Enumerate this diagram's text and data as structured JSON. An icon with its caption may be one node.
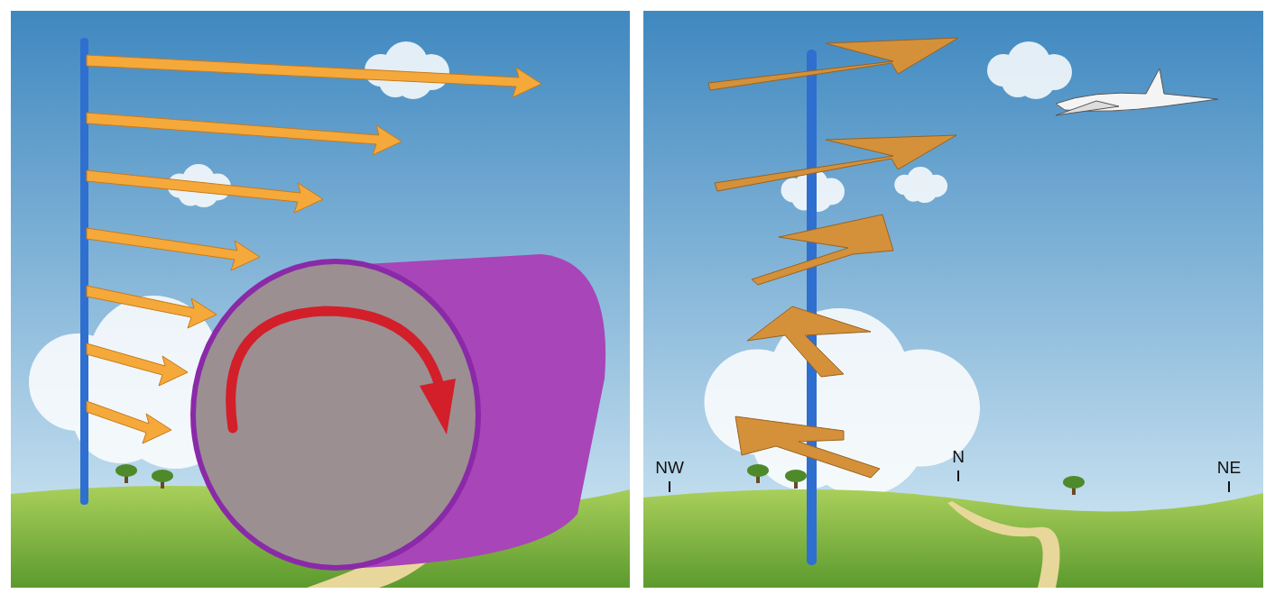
{
  "diagram": {
    "labels": [
      "NW",
      "N",
      "NE"
    ]
  }
}
